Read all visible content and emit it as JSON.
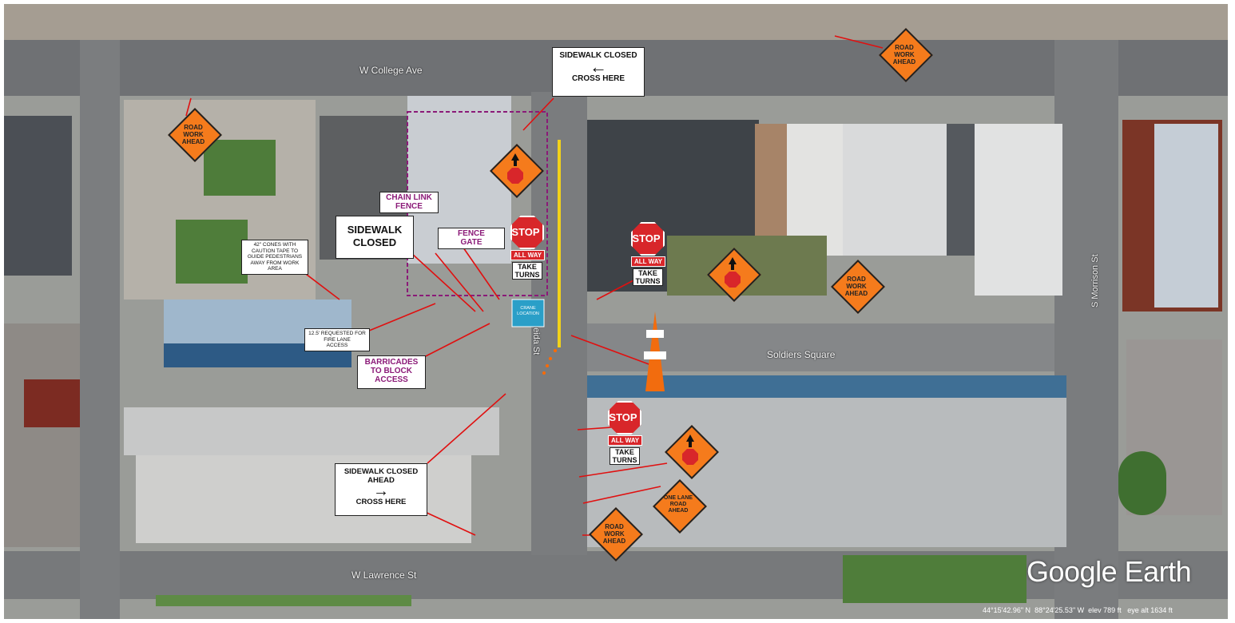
{
  "map": {
    "brand": "Google Earth",
    "status_bar": {
      "lat": "44°15'42.96\" N",
      "lon": "88°24'25.53\" W",
      "elev": "elev  789 ft",
      "eye_alt": "eye alt  1634 ft"
    },
    "streets": {
      "college": "W College Ave",
      "lawrence": "W Lawrence St",
      "soldiers": "Soldiers Square",
      "oneida": "S Oneida St",
      "morrison": "S Morrison St"
    }
  },
  "signs": {
    "road_work_ahead": [
      "ROAD",
      "WORK",
      "AHEAD"
    ],
    "one_lane_road_ahead": [
      "ONE LANE",
      "ROAD",
      "AHEAD"
    ],
    "stop": "STOP",
    "all_way": "ALL WAY",
    "take_turns": [
      "TAKE",
      "TURNS"
    ],
    "sidewalk_closed_cross": {
      "line1": "SIDEWALK CLOSED",
      "arrow": "←",
      "line2": "CROSS HERE"
    },
    "sidewalk_closed_ahead": {
      "line1": "SIDEWALK CLOSED",
      "line2": "AHEAD",
      "arrow": "→",
      "line3": "CROSS HERE"
    },
    "sidewalk_closed": [
      "SIDEWALK",
      "CLOSED"
    ]
  },
  "labels": {
    "chain_link": [
      "CHAIN LINK",
      "FENCE"
    ],
    "fence_gate": [
      "FENCE",
      "GATE"
    ],
    "barricades": [
      "BARRICADES",
      "TO BLOCK",
      "ACCESS"
    ],
    "cones_note": [
      "42\" CONES WITH",
      "CAUTION TAPE TO",
      "GUIDE PEDESTRIANS",
      "AWAY FROM WORK",
      "AREA"
    ],
    "fire_lane_note": [
      "12.5' REQUESTED FOR",
      "FIRE LANE",
      "ACCESS"
    ],
    "crane": [
      "CRANE",
      "LOCATION"
    ]
  },
  "colors": {
    "sign_orange": "#f57b1c",
    "stop_red": "#d8262a",
    "annotation_red": "#e01010",
    "label_purple": "#8b1a78"
  }
}
